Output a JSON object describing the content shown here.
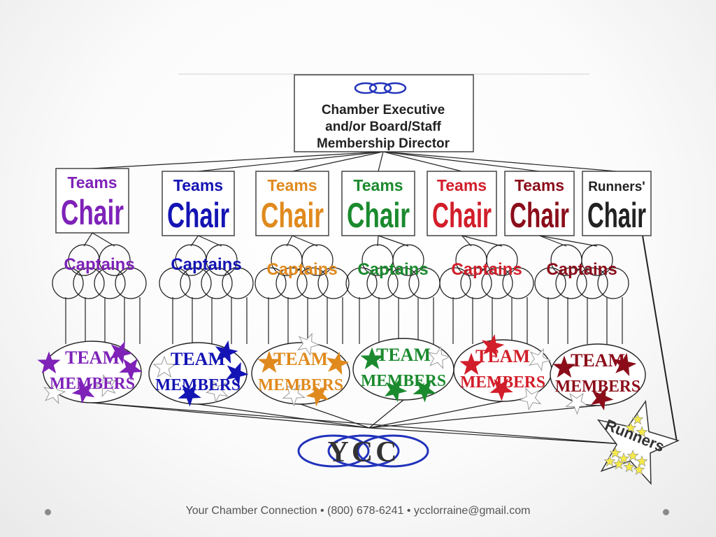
{
  "executive": {
    "lines": [
      "Chamber Executive",
      "and/or Board/Staff",
      "Membership Director"
    ]
  },
  "colors": {
    "purple": "#7e22b8",
    "blue": "#1414b4",
    "orange": "#e08a1e",
    "green": "#1b8a2e",
    "red": "#d21e2a",
    "violet": "#7a1a86",
    "maroon": "#8b0d1a",
    "ring": "#2233bb",
    "star_yellow": "#f5e94a"
  },
  "teams": [
    {
      "top": "Teams",
      "bottom": "Chair",
      "captains": "Captains",
      "team": "TEAM",
      "members": "MEMBERS",
      "color_key": "purple"
    },
    {
      "top": "Teams",
      "bottom": "Chair",
      "captains": "Captains",
      "team": "TEAM",
      "members": "MEMBERS",
      "color_key": "blue"
    },
    {
      "top": "Teams",
      "bottom": "Chair",
      "captains": "Captains",
      "team": "TEAM",
      "members": "MEMBERS",
      "color_key": "orange"
    },
    {
      "top": "Teams",
      "bottom": "Chair",
      "captains": "Captains",
      "team": "TEAM",
      "members": "MEMBERS",
      "color_key": "green"
    },
    {
      "top": "Teams",
      "bottom": "Chair",
      "captains": "Captains",
      "team": "TEAM",
      "members": "MEMBERS",
      "color_key": "red"
    },
    {
      "top": "Teams",
      "bottom": "Chair",
      "captains": "Captains",
      "team": "TEAM",
      "members": "MEMBERS",
      "color_key": "maroon"
    }
  ],
  "runners_chair": {
    "top": "Runners'",
    "bottom": "Chair"
  },
  "runners_star": {
    "label": "Runners"
  },
  "ycc": {
    "label": "YCC"
  },
  "footer": {
    "text": "Your Chamber Connection • (800) 678-6241 • ycclorraine@gmail.com"
  }
}
